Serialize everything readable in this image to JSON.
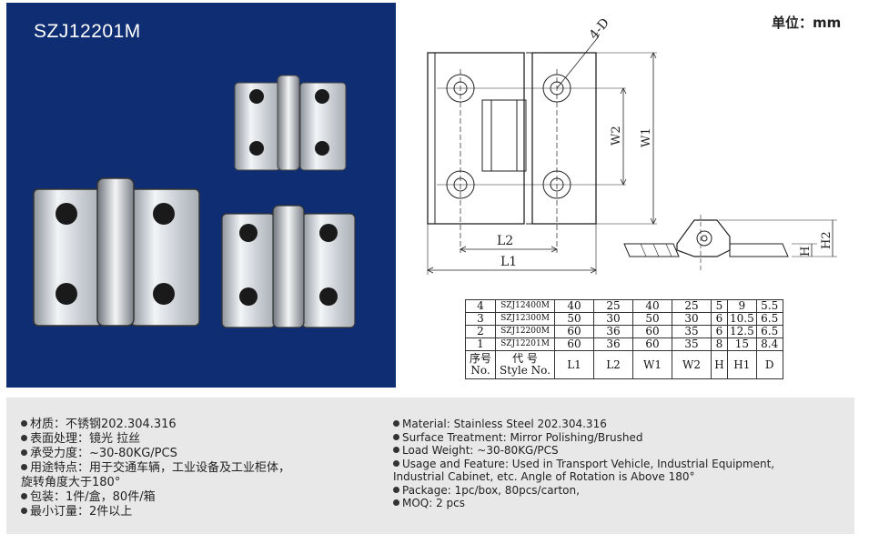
{
  "product": {
    "model": "SZJ12201M"
  },
  "unit_label": "单位：mm",
  "drawing": {
    "hole_label": "4-D",
    "dim_w1": "W1",
    "dim_w2": "W2",
    "dim_l1": "L1",
    "dim_l2": "L2",
    "dim_h": "H",
    "dim_h2": "H2"
  },
  "spec_table": {
    "rows": [
      {
        "no": "4",
        "code": "SZJ12400M",
        "L1": "40",
        "L2": "25",
        "W1": "40",
        "W2": "25",
        "H": "5",
        "H1": "9",
        "D": "5.5"
      },
      {
        "no": "3",
        "code": "SZJ12300M",
        "L1": "50",
        "L2": "30",
        "W1": "50",
        "W2": "30",
        "H": "6",
        "H1": "10.5",
        "D": "6.5"
      },
      {
        "no": "2",
        "code": "SZJ12200M",
        "L1": "60",
        "L2": "36",
        "W1": "60",
        "W2": "35",
        "H": "6",
        "H1": "12.5",
        "D": "6.5"
      },
      {
        "no": "1",
        "code": "SZJ12201M",
        "L1": "60",
        "L2": "36",
        "W1": "60",
        "W2": "35",
        "H": "8",
        "H1": "15",
        "D": "8.4"
      }
    ],
    "header": {
      "no_cn": "序号",
      "no_en": "No.",
      "code_cn": "代  号",
      "code_en": "Style No.",
      "L1": "L1",
      "L2": "L2",
      "W1": "W1",
      "W2": "W2",
      "H": "H",
      "H1": "H1",
      "D": "D"
    }
  },
  "info": {
    "cn": [
      "材质：不锈钢202.304.316",
      "表面处理：镜光 拉丝",
      "承受力度：~30-80KG/PCS",
      "用途特点：用于交通车辆，工业设备及工业柜体，",
      "旋转角度大于180°",
      "包装：1件/盒，80件/箱",
      "最小订量：2件以上"
    ],
    "en": [
      "Material: Stainless Steel 202.304.316",
      "Surface Treatment: Mirror Polishing/Brushed",
      "Load Weight: ~30-80KG/PCS",
      "Usage and Feature: Used in Transport Vehicle, Industrial Equipment,",
      "Industrial Cabinet, etc. Angle of Rotation is Above 180°",
      "Package: 1pc/box, 80pcs/carton,",
      "MOQ: 2 pcs"
    ]
  },
  "colors": {
    "photo_background": "#0e2d73",
    "info_background": "#e8e8e8"
  }
}
